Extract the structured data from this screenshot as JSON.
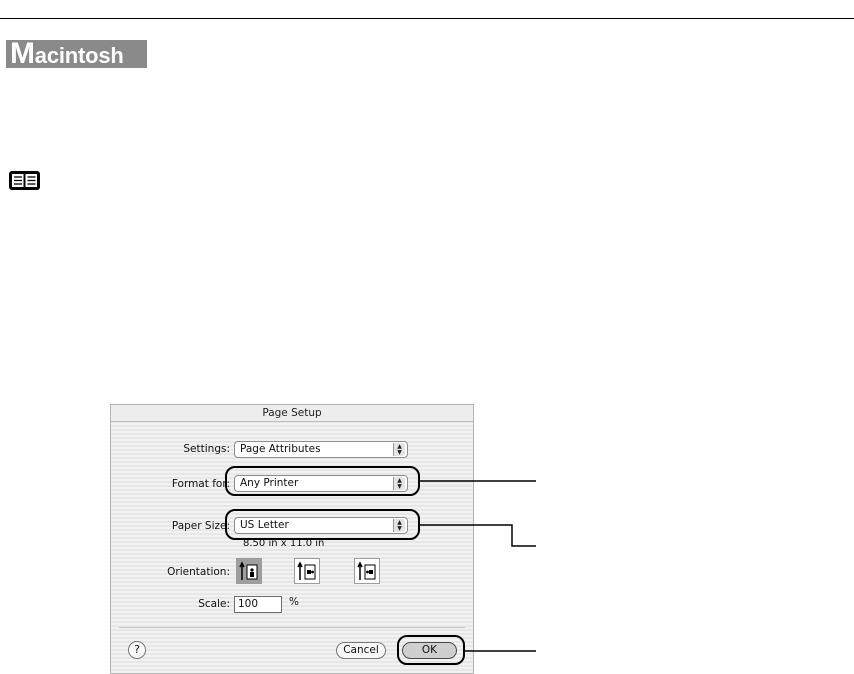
{
  "header_badge": {
    "initial": "M",
    "rest": "acintosh"
  },
  "dialog": {
    "title": "Page Setup",
    "settings": {
      "label": "Settings:",
      "value": "Page Attributes"
    },
    "format_for": {
      "label": "Format for:",
      "value": "Any Printer"
    },
    "paper_size": {
      "label": "Paper Size:",
      "value": "US Letter",
      "dimensions": "8.50 in x 11.0 in"
    },
    "orientation": {
      "label": "Orientation:",
      "options": [
        "portrait",
        "landscape",
        "reverse-landscape"
      ],
      "selected": "portrait"
    },
    "scale": {
      "label": "Scale:",
      "value": "100",
      "unit": "%"
    },
    "help": "?",
    "buttons": {
      "cancel": "Cancel",
      "ok": "OK"
    }
  },
  "icons": [
    "note-book-icon",
    "help-icon",
    "popup-arrows-icon",
    "portrait-orientation-icon",
    "landscape-orientation-icon",
    "reverse-landscape-orientation-icon"
  ],
  "colors": {
    "badge": "#8a8a8a",
    "dialog_bg": "#eeeeee",
    "callout": "#000000"
  }
}
